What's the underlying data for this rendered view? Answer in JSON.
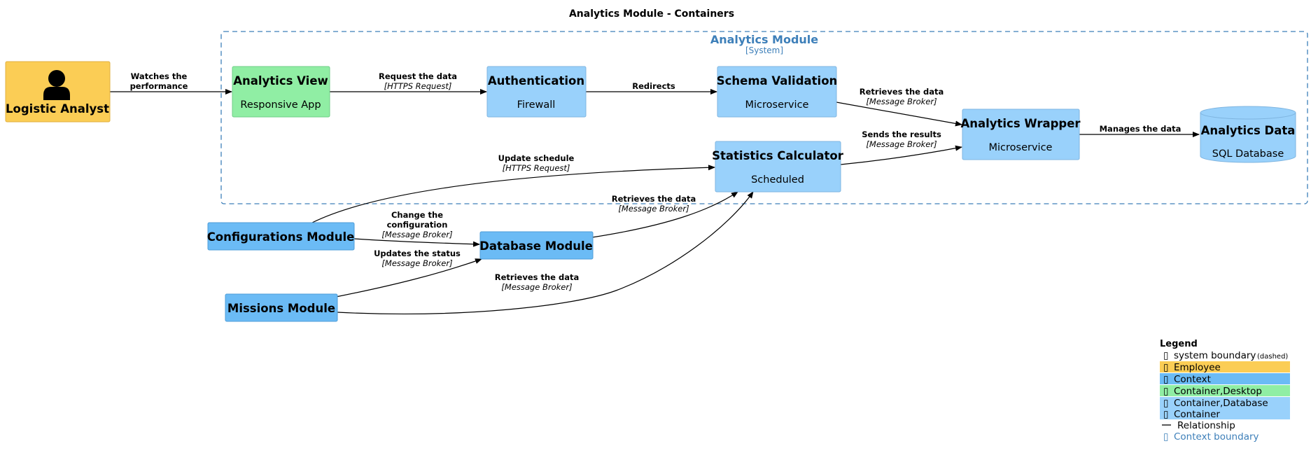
{
  "diagram": {
    "title": "Analytics Module - Containers",
    "boundary": {
      "title": "Analytics Module",
      "subtitle": "[System]"
    },
    "nodes": {
      "logistic_analyst": {
        "title": "Logistic Analyst"
      },
      "analytics_view": {
        "title": "Analytics View",
        "subtitle": "Responsive App"
      },
      "authentication": {
        "title": "Authentication",
        "subtitle": "Firewall"
      },
      "schema_validation": {
        "title": "Schema Validation",
        "subtitle": "Microservice"
      },
      "analytics_wrapper": {
        "title": "Analytics Wrapper",
        "subtitle": "Microservice"
      },
      "analytics_data": {
        "title": "Analytics Data",
        "subtitle": "SQL Database"
      },
      "statistics_calculator": {
        "title": "Statistics Calculator",
        "subtitle": "Scheduled"
      },
      "configurations_module": {
        "title": "Configurations Module"
      },
      "database_module": {
        "title": "Database Module"
      },
      "missions_module": {
        "title": "Missions Module"
      }
    },
    "edges": {
      "watches": {
        "line1": "Watches the",
        "line2": "performance"
      },
      "request_data": {
        "label": "Request the data",
        "tech": "[HTTPS Request]"
      },
      "redirects": {
        "label": "Redirects"
      },
      "schema_retrieves": {
        "label": "Retrieves the data",
        "tech": "[Message Broker]"
      },
      "sends_results": {
        "label": "Sends the results",
        "tech": "[Message Broker]"
      },
      "manages": {
        "label": "Manages the data"
      },
      "update_schedule": {
        "label": "Update schedule",
        "tech": "[HTTPS Request]"
      },
      "db_retrieves": {
        "label": "Retrieves the data",
        "tech": "[Message Broker]"
      },
      "change_config": {
        "line1": "Change the",
        "line2": "configuration",
        "tech": "[Message Broker]"
      },
      "updates_status": {
        "label": "Updates the status",
        "tech": "[Message Broker]"
      },
      "missions_retrieves": {
        "label": "Retrieves the data",
        "tech": "[Message Broker]"
      }
    }
  },
  "legend": {
    "title": "Legend",
    "items": {
      "system_boundary": {
        "label": "system boundary",
        "note": "(dashed)"
      },
      "employee": {
        "label": "Employee"
      },
      "context": {
        "label": "Context"
      },
      "container_desktop": {
        "label": "Container,Desktop"
      },
      "container_database": {
        "label": "Container,Database"
      },
      "container": {
        "label": "Container"
      },
      "relationship": {
        "label": "Relationship"
      },
      "context_boundary": {
        "label": "Context boundary"
      }
    }
  },
  "colors": {
    "employee": "#fbcd55",
    "context": "#6bbbf5",
    "container_desktop": "#90eea4",
    "container": "#99d1fb",
    "boundary": "#3d7fb9",
    "line": "#000000"
  }
}
